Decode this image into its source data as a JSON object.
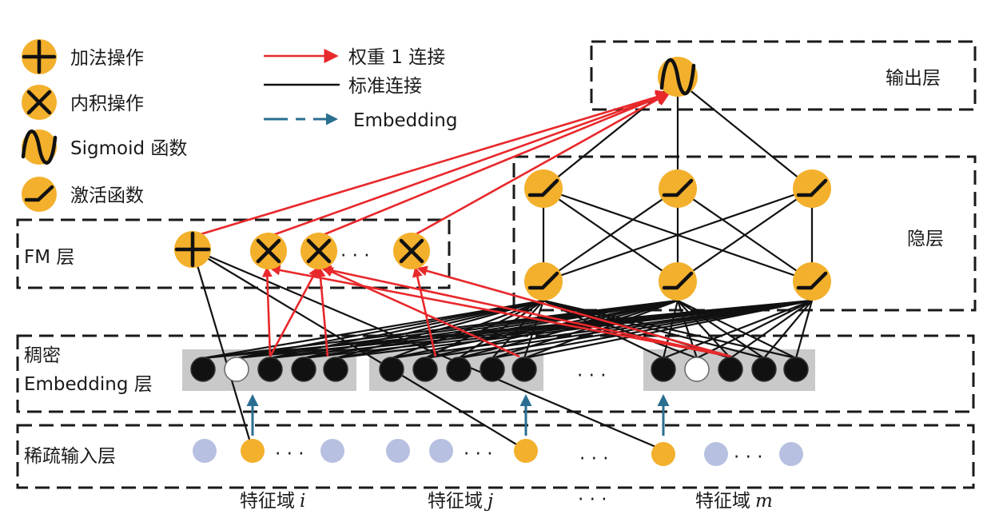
{
  "legend": {
    "add": "加法操作",
    "inner": "内积操作",
    "sigmoid": "Sigmoid 函数",
    "activation": "激活函数",
    "weight1": "权重 1 连接",
    "standard": "标准连接",
    "embedding": "Embedding"
  },
  "layers": {
    "output": "输出层",
    "hidden": "隐层",
    "fm": "FM 层",
    "dense_line1": "稠密",
    "dense_line2": "Embedding 层",
    "sparse": "稀疏输入层"
  },
  "fields": {
    "i_prefix": "特征域",
    "i_var": "i",
    "j_prefix": "特征域",
    "j_var": "j",
    "m_prefix": "特征域",
    "m_var": "m"
  },
  "ellipsis": "· · ·",
  "colors": {
    "node": "#f3b02c",
    "weight1_link": "#e8282b",
    "embedding_link": "#2a6f91",
    "sparse_inactive": "#b7c0e0"
  }
}
